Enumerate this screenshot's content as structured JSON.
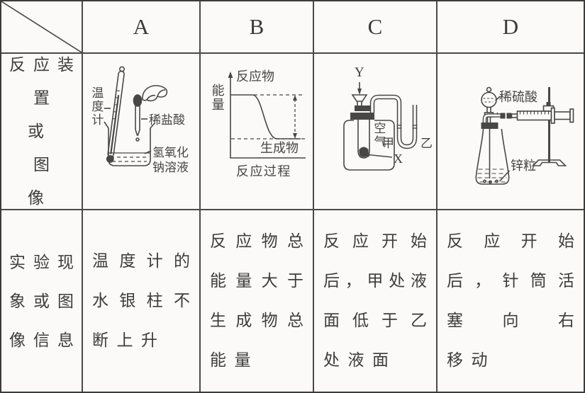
{
  "header": {
    "corner": "",
    "cols": [
      "A",
      "B",
      "C",
      "D"
    ]
  },
  "row_labels": {
    "apparatus": [
      "反应装",
      "置或",
      "图像"
    ],
    "phenomenon": [
      "实验现",
      "象或图",
      "像信息"
    ]
  },
  "descriptions": {
    "a": [
      "温度计的",
      "水银柱不",
      "断上升"
    ],
    "b": [
      "反应物总",
      "能量大于",
      "生成物总",
      "能量"
    ],
    "c": [
      "反应开始",
      "后，甲处液",
      "面低于乙",
      "处液面"
    ],
    "d": [
      "反应开始",
      "后，针筒活",
      "塞向右",
      "移动"
    ]
  },
  "diagram_a": {
    "thermometer": "温度计",
    "dilute_hcl": "稀盐酸",
    "naoh_line1": "氢氧化",
    "naoh_line2": "钠溶液"
  },
  "diagram_b": {
    "energy": "能量",
    "reactants": "反应物",
    "products": "生成物",
    "process": "反应过程"
  },
  "diagram_c": {
    "y_label": "Y",
    "x_label": "X",
    "air": "空气",
    "jia": "甲",
    "yi": "乙"
  },
  "diagram_d": {
    "dilute_h2so4": "稀硫酸",
    "zinc": "锌粒"
  },
  "colors": {
    "ink": "#474747",
    "border": "#3b3b3b",
    "paper": "#fbfaf8"
  }
}
